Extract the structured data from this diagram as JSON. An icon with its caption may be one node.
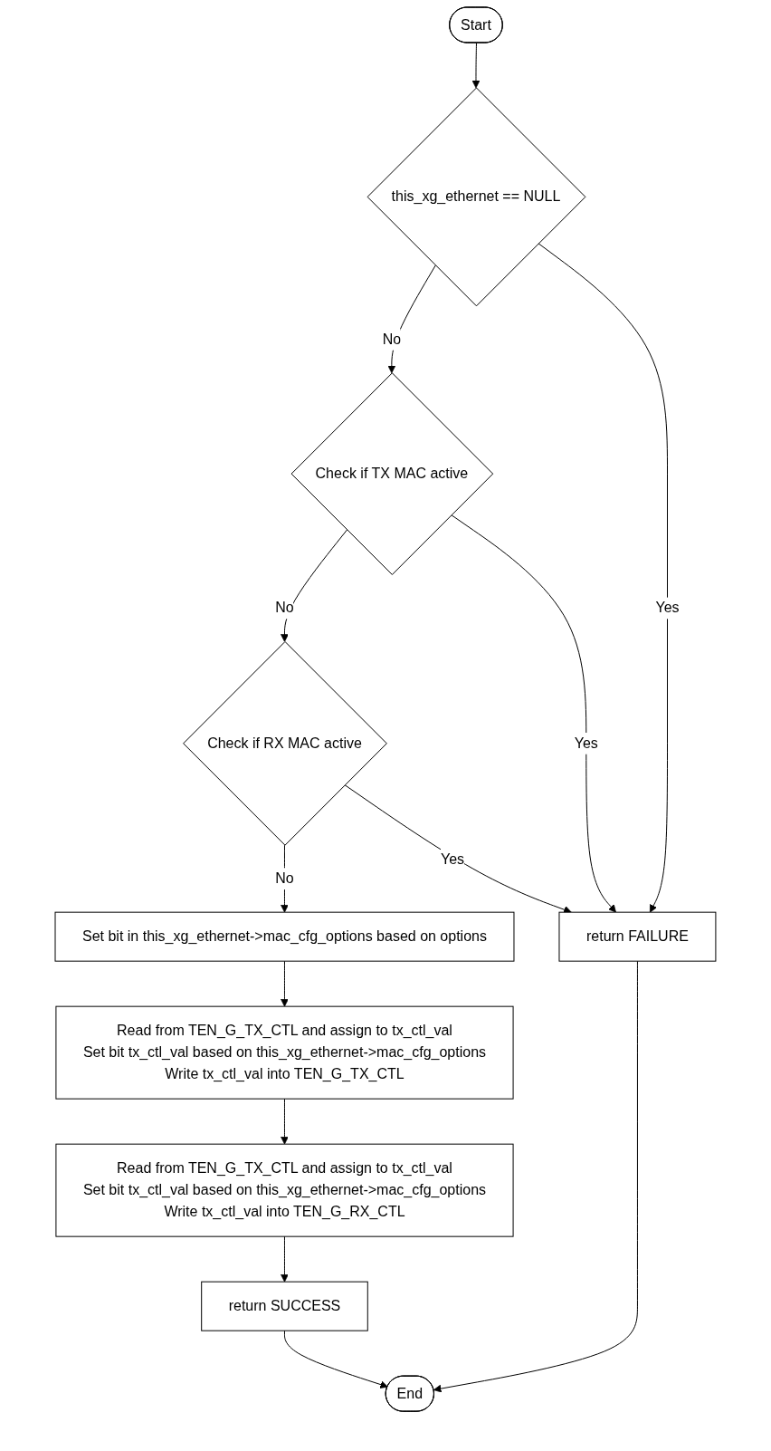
{
  "diagram": {
    "nodes": [
      {
        "text": [
          "Start"
        ]
      },
      {
        "text": [
          "this_xg_ethernet == NULL"
        ]
      },
      {
        "text": [
          "Check if TX MAC active"
        ]
      },
      {
        "text": [
          "Check if RX MAC active"
        ]
      },
      {
        "text": [
          "Set bit in this_xg_ethernet->mac_cfg_options based on options"
        ]
      },
      {
        "text": [
          "Read from TEN_G_TX_CTL and assign to tx_ctl_val",
          "Set bit tx_ctl_val based on this_xg_ethernet->mac_cfg_options",
          "Write tx_ctl_val into TEN_G_TX_CTL"
        ]
      },
      {
        "text": [
          "Read from TEN_G_TX_CTL and assign to tx_ctl_val",
          "Set bit tx_ctl_val based on this_xg_ethernet->mac_cfg_options",
          "Write tx_ctl_val into TEN_G_RX_CTL"
        ]
      },
      {
        "text": [
          "return SUCCESS"
        ]
      },
      {
        "text": [
          "return FAILURE"
        ]
      },
      {
        "text": [
          "End"
        ]
      }
    ],
    "edges": [
      {
        "from": 0,
        "to": 1,
        "arrow": "to"
      },
      {
        "from": 1,
        "to": 2,
        "arrow": "to",
        "label": "No"
      },
      {
        "from": 1,
        "to": 8,
        "arrow": "to",
        "label": "Yes"
      },
      {
        "from": 2,
        "to": 3,
        "arrow": "to",
        "label": "No"
      },
      {
        "from": 2,
        "to": 8,
        "arrow": "to",
        "label": "Yes"
      },
      {
        "from": 3,
        "to": 4,
        "arrow": "to",
        "label": "No"
      },
      {
        "from": 3,
        "to": 8,
        "arrow": "to",
        "label": "Yes"
      },
      {
        "from": 4,
        "to": 5,
        "arrow": "to"
      },
      {
        "from": 5,
        "to": 6,
        "arrow": "to"
      },
      {
        "from": 6,
        "to": 7,
        "arrow": "to"
      },
      {
        "from": 7,
        "to": 9,
        "arrow": "to"
      },
      {
        "from": 8,
        "to": 9,
        "arrow": "to"
      }
    ]
  }
}
